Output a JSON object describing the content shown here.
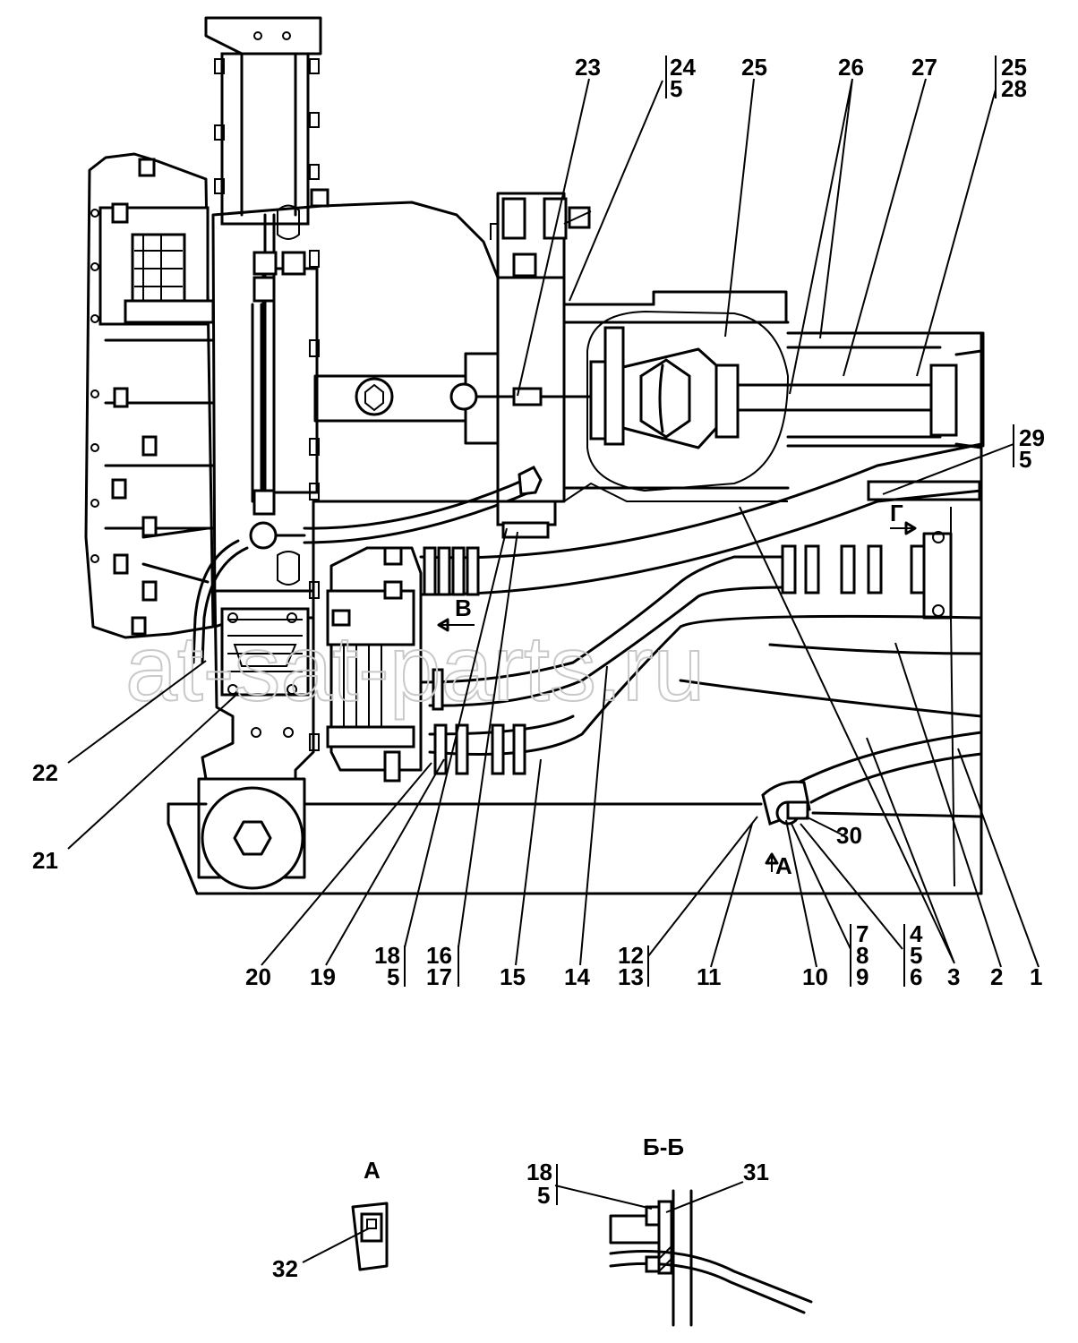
{
  "watermark": "at-sat-parts.ru",
  "views": {
    "section_a": "А",
    "section_bb": "Б-Б",
    "arrow_v": "В",
    "arrow_g": "Г",
    "arrow_a": "А"
  },
  "callouts": {
    "c1": "1",
    "c2": "2",
    "c3": "3",
    "c4": "4",
    "c4b": "5",
    "c4c": "6",
    "c7": "7",
    "c7b": "8",
    "c7c": "9",
    "c10": "10",
    "c11": "11",
    "c12": "12",
    "c12b": "13",
    "c14": "14",
    "c15": "15",
    "c16": "16",
    "c16b": "17",
    "c18": "18",
    "c18b": "5",
    "c19": "19",
    "c20": "20",
    "c21": "21",
    "c22": "22",
    "c23": "23",
    "c24": "24",
    "c24b": "5",
    "c25": "25",
    "c26": "26",
    "c27": "27",
    "c25t": "25",
    "c25tb": "28",
    "c29": "29",
    "c29b": "5",
    "c30": "30",
    "c31": "31",
    "c32": "32",
    "c18s": "18",
    "c18sb": "5"
  }
}
